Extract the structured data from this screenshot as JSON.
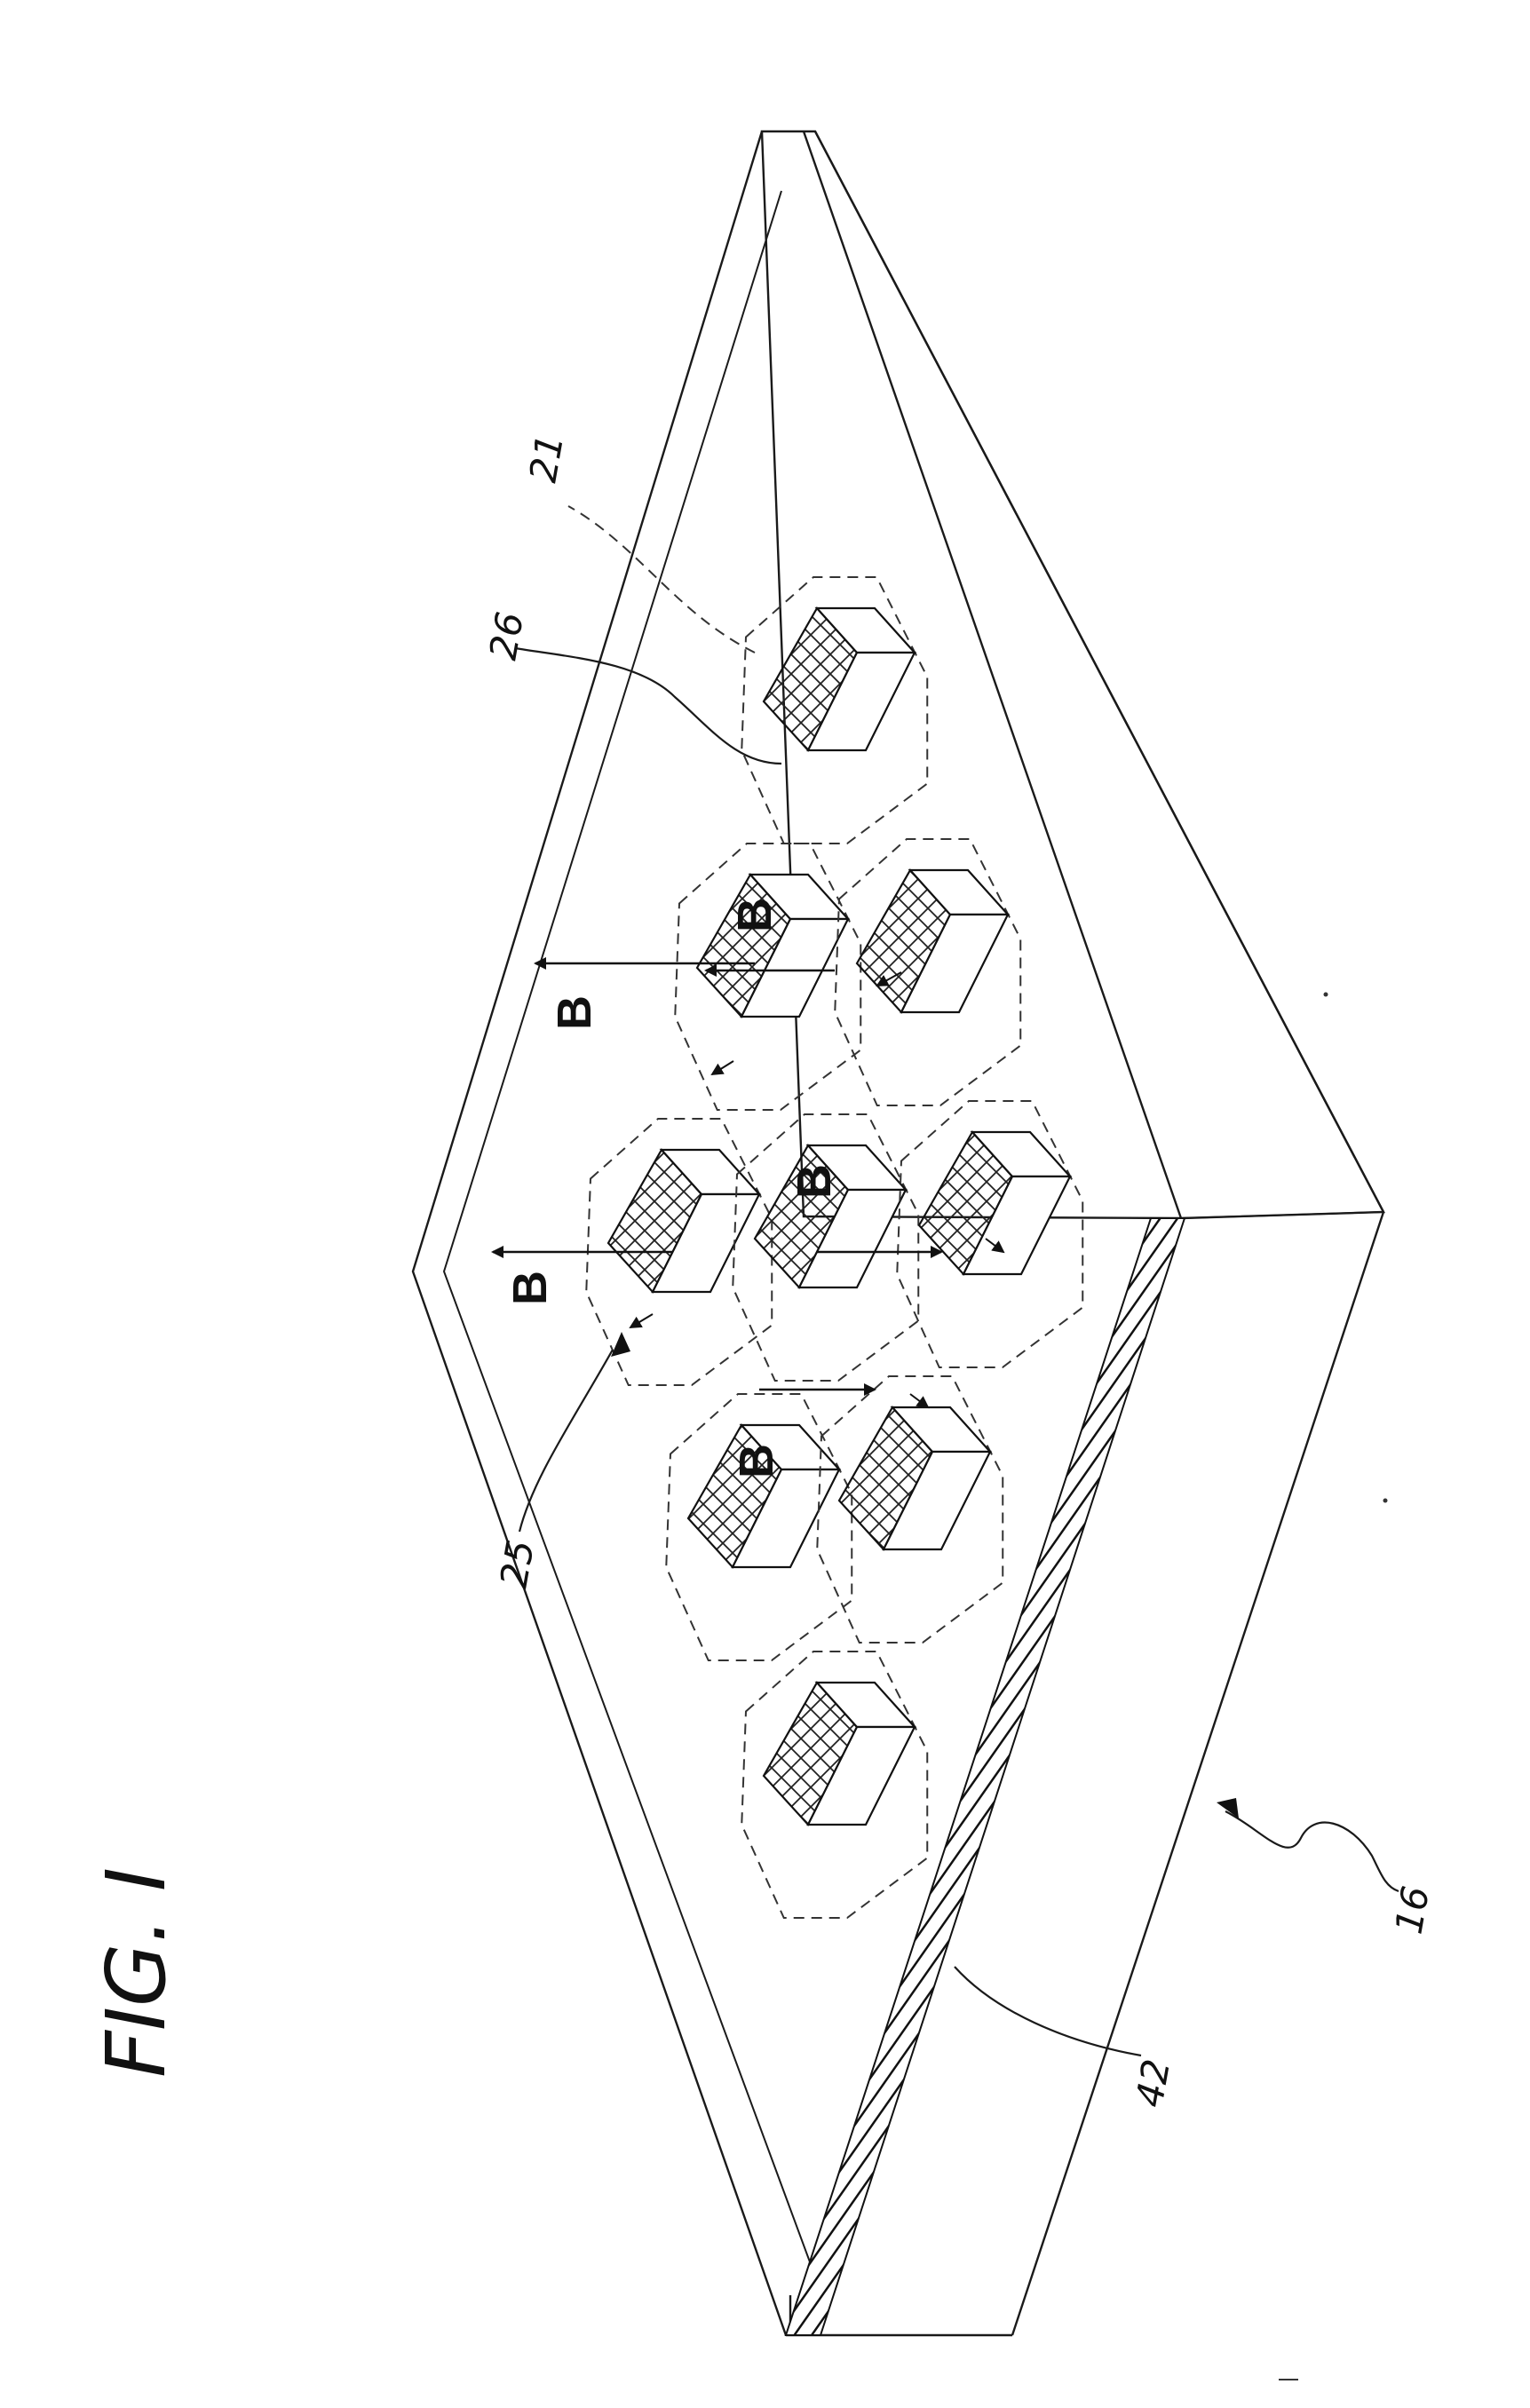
{
  "figure_label": "FIG. I",
  "labels": {
    "ref_16": "16",
    "ref_21": "21",
    "ref_25": "25",
    "ref_26": "26",
    "ref_42": "42",
    "field_B": "B"
  }
}
